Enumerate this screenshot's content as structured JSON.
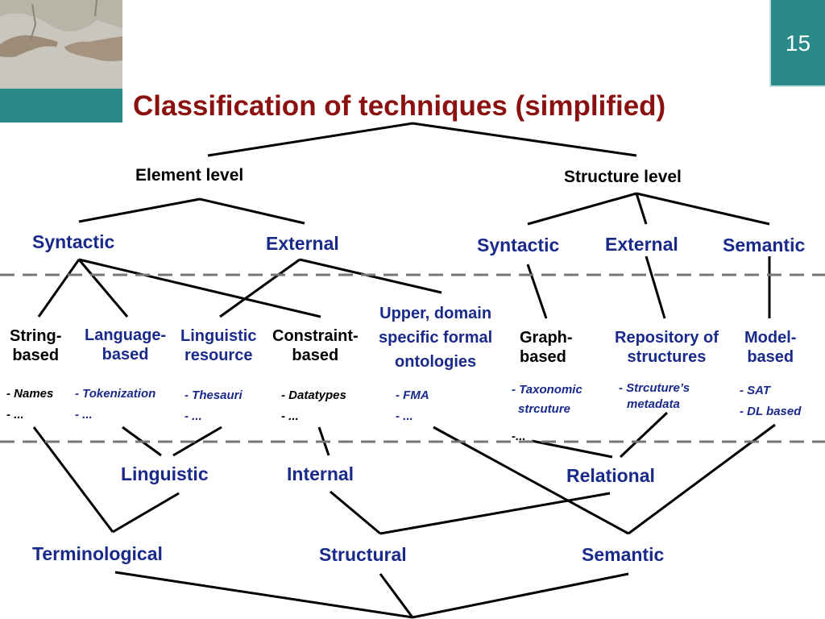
{
  "slide": {
    "title": "Classification of techniques (simplified)",
    "page_number": "15"
  },
  "colors": {
    "title": "#8b1111",
    "node_blue": "#1a2a8a",
    "teal": "#2a8a8a",
    "dash": "#777777"
  },
  "tree": {
    "element_level": "Element level",
    "structure_level": "Structure level",
    "syntactic_left": "Syntactic",
    "external_left": "External",
    "syntactic_right": "Syntactic",
    "external_right": "External",
    "semantic_right": "Semantic"
  },
  "techniques": {
    "string_based": [
      "String-",
      "based"
    ],
    "language_based": [
      "Language-",
      "based"
    ],
    "linguistic_resource": [
      "Linguistic",
      "resource"
    ],
    "constraint_based": [
      "Constraint-",
      "based"
    ],
    "upper_domain": [
      "Upper, domain",
      "specific formal",
      "ontologies"
    ],
    "graph_based": [
      "Graph-",
      "based"
    ],
    "repository": [
      "Repository of",
      "structures"
    ],
    "model_based": [
      "Model-",
      "based"
    ]
  },
  "examples": {
    "string": [
      "- Names",
      "- ..."
    ],
    "language": [
      "- Tokenization",
      "- ..."
    ],
    "linguistic": [
      "- Thesauri",
      "- ..."
    ],
    "constraint": [
      "- Datatypes",
      "- ..."
    ],
    "upper": [
      "- FMA",
      "- ..."
    ],
    "graph": [
      "- Taxonomic",
      "strcuture",
      "-..."
    ],
    "repository": [
      "- Strcuture’s",
      "metadata"
    ],
    "model": [
      "- SAT",
      "- DL based"
    ]
  },
  "bottom": {
    "linguistic": "Linguistic",
    "internal": "Internal",
    "relational": "Relational",
    "terminological": "Terminological",
    "structural": "Structural",
    "semantic": "Semantic"
  }
}
